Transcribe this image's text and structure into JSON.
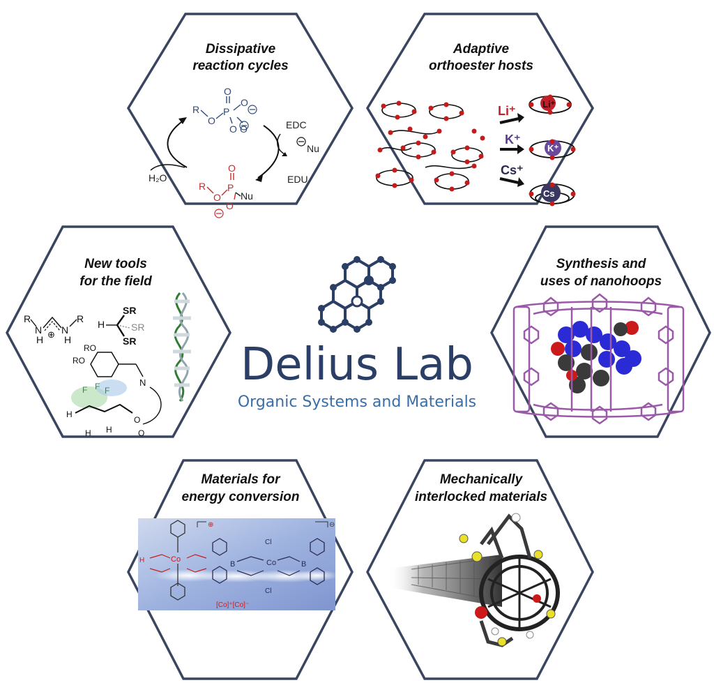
{
  "brand": {
    "name": "Delius Lab",
    "subtitle": "Organic Systems and Materials",
    "color_primary": "#2b3f66",
    "color_secondary": "#3a6ea8"
  },
  "hex_outline_color": "#3a4660",
  "panels": [
    {
      "id": "dissipative",
      "title_line1": "Dissipative",
      "title_line2": "reaction cycles"
    },
    {
      "id": "orthoester",
      "title_line1": "Adaptive",
      "title_line2": "orthoester hosts"
    },
    {
      "id": "tools",
      "title_line1": "New tools",
      "title_line2": "for the field"
    },
    {
      "id": "nanohoops",
      "title_line1": "Synthesis and",
      "title_line2": "uses of nanohoops"
    },
    {
      "id": "energy",
      "title_line1": "Materials for",
      "title_line2": "energy conversion"
    },
    {
      "id": "interlocked",
      "title_line1": "Mechanically",
      "title_line2": "interlocked materials"
    }
  ],
  "dissipative_labels": {
    "r_top": "R",
    "o_top": "O",
    "p_top": "P",
    "edc": "EDC",
    "nu": "Nu",
    "h2o": "H₂O",
    "edu": "EDU",
    "r_bot": "R",
    "o_bot": "O",
    "p_bot": "P",
    "nu_bot": "Nu"
  },
  "ions": [
    {
      "label": "Li⁺",
      "center": "Li⁺",
      "color": "#c0202a"
    },
    {
      "label": "K⁺",
      "center": "K⁺",
      "color": "#5a3a8a"
    },
    {
      "label": "Cs⁺",
      "center": "Cs",
      "color": "#2a2850"
    }
  ],
  "tools_labels": {
    "r1": "R",
    "n1": "N",
    "n2": "N",
    "r2": "R",
    "h1": "H",
    "h2": "H",
    "plus": "⊕",
    "h_c": "H",
    "sr1": "SR",
    "sr2": "SR",
    "sr3": "SR",
    "ro1": "RO",
    "ro2": "RO",
    "f": "F",
    "h": "H",
    "n": "N",
    "o": "O"
  },
  "energy_labels": {
    "charge_left": "⊕",
    "charge_right": "⊖",
    "formula": "[Co]⁺[Co]⁻",
    "co": "Co",
    "b": "B",
    "cl": "Cl",
    "h": "H"
  }
}
